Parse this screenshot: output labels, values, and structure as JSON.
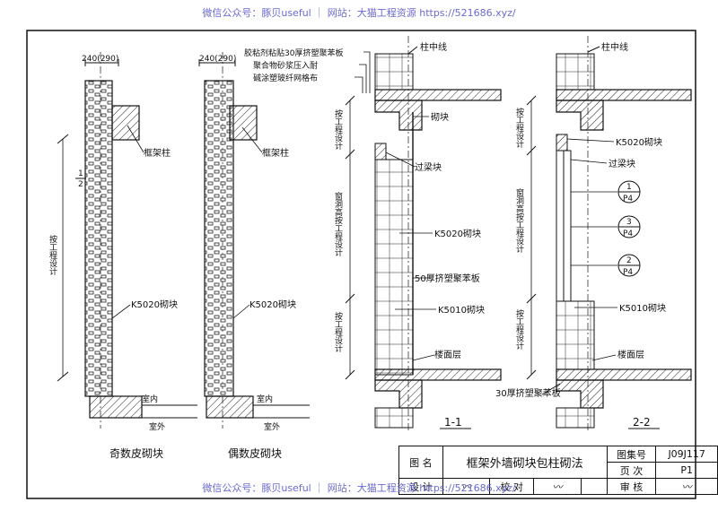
{
  "watermark_top": "微信公众号：豚贝useful ｜ 网站：大猫工程资源 https://521686.xyz/",
  "watermark_bottom": "微信公众号：豚贝useful ｜ 网站：大猫工程资源 https://521686.xyz/",
  "left": {
    "odd": {
      "dim_top": "240(290)",
      "column": "框架柱",
      "block": "K5020砌块",
      "indoor": "室内",
      "outdoor": "室外",
      "per_design": "按工程设计",
      "section_mark_top": "1",
      "section_mark_bottom": "2",
      "caption": "奇数皮砌块"
    },
    "even": {
      "dim_top": "240(290)",
      "column": "框架柱",
      "block": "K5020砌块",
      "indoor": "室内",
      "outdoor": "室外",
      "caption": "偶数皮砌块"
    },
    "notes": [
      "胶粘剂粘贴30厚挤塑聚苯板",
      "聚合物砂浆压入耐",
      "碱涂塑玻纤网格布"
    ]
  },
  "section_1": {
    "col_center": "柱中线",
    "block": "砌块",
    "lintel": "过梁块",
    "k5020": "K5020砌块",
    "eps": "50厚挤塑聚苯板",
    "k5010": "K5010砌块",
    "floor": "楼面层",
    "per_design_top": "按工程设计",
    "window_height": "窗洞高按工程设计",
    "per_design_bottom": "按工程设计",
    "label": "1-1"
  },
  "section_2": {
    "col_center": "柱中线",
    "k5020": "K5020砌块",
    "lintel": "过梁块",
    "k5010": "K5010砌块",
    "floor": "楼面层",
    "eps": "30厚挤塑聚苯板",
    "per_design_top": "按工程设计",
    "window_height": "窗洞高按工程设计",
    "per_design_bottom": "按工程设计",
    "callouts": [
      {
        "num": "1",
        "page": "P4"
      },
      {
        "num": "3",
        "page": "P4"
      },
      {
        "num": "2",
        "page": "P4"
      }
    ],
    "label": "2-2"
  },
  "title_block": {
    "drawing_name_label": "图 名",
    "drawing_name": "框架外墙砌块包柱砌法",
    "atlas_label": "图集号",
    "atlas_no": "J09J117",
    "page_label": "页 次",
    "page_no": "P1",
    "design_label": "设 计",
    "proof_label": "校 对",
    "review_label": "审 核"
  }
}
